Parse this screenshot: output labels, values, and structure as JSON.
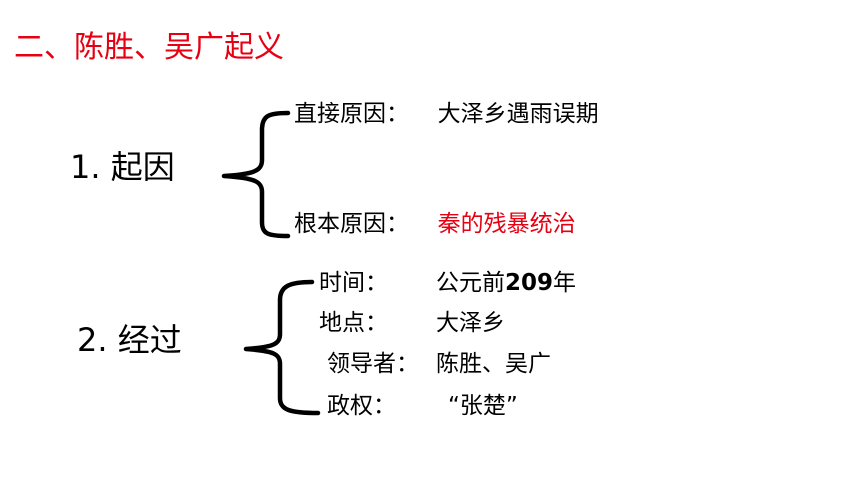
{
  "title": "二、陈胜、吴广起义",
  "section1": {
    "label": "1. 起因",
    "rows": [
      {
        "key": "直接原因：",
        "value": "大泽乡遇雨误期"
      },
      {
        "key": "根本原因：",
        "value": "秦的残暴统治"
      }
    ]
  },
  "section2": {
    "label": "2. 经过",
    "rows": [
      {
        "key": "时间：",
        "value_prefix": "公元前",
        "value_number": "209",
        "value_suffix": "年"
      },
      {
        "key": "地点：",
        "value": "大泽乡"
      },
      {
        "key": "领导者：",
        "value": "陈胜、吴广"
      },
      {
        "key": "政权：",
        "value": "“张楚”"
      }
    ]
  },
  "colors": {
    "accent_red": "#e60012",
    "text": "#000000"
  }
}
